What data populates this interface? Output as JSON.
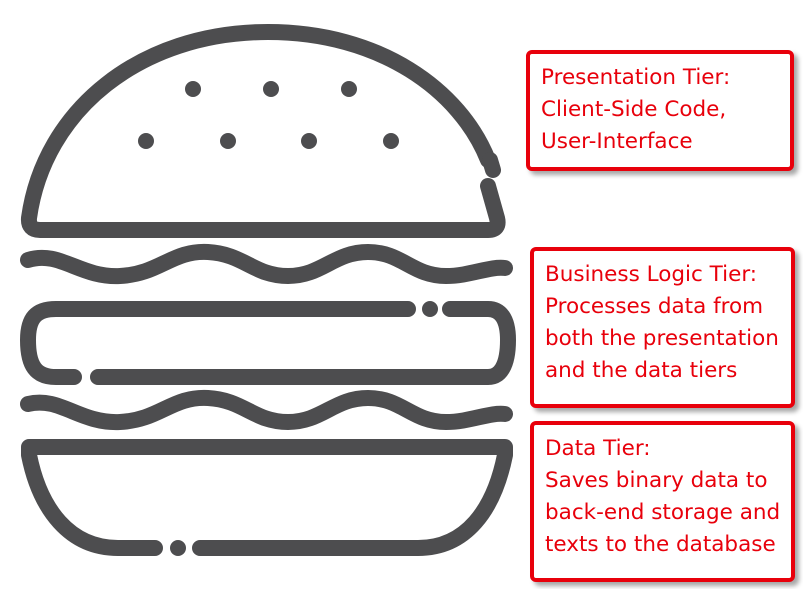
{
  "colors": {
    "burger_stroke": "#4d4d4f",
    "callout_accent": "#e8000b",
    "background": "#ffffff"
  },
  "illustration": {
    "icon": "hamburger-icon",
    "parts": [
      "top-bun",
      "sesame-seeds",
      "lettuce-top",
      "patty",
      "lettuce-bottom",
      "bottom-bun"
    ]
  },
  "tiers": [
    {
      "id": "presentation",
      "lines": [
        "Presentation Tier:",
        "Client-Side Code,",
        "User-Interface"
      ]
    },
    {
      "id": "business",
      "lines": [
        "Business Logic Tier:",
        "Processes data from",
        "both the presentation",
        "and the data tiers"
      ]
    },
    {
      "id": "data",
      "lines": [
        "Data Tier:",
        "Saves binary data to",
        "back-end storage and",
        "texts to the database"
      ]
    }
  ]
}
